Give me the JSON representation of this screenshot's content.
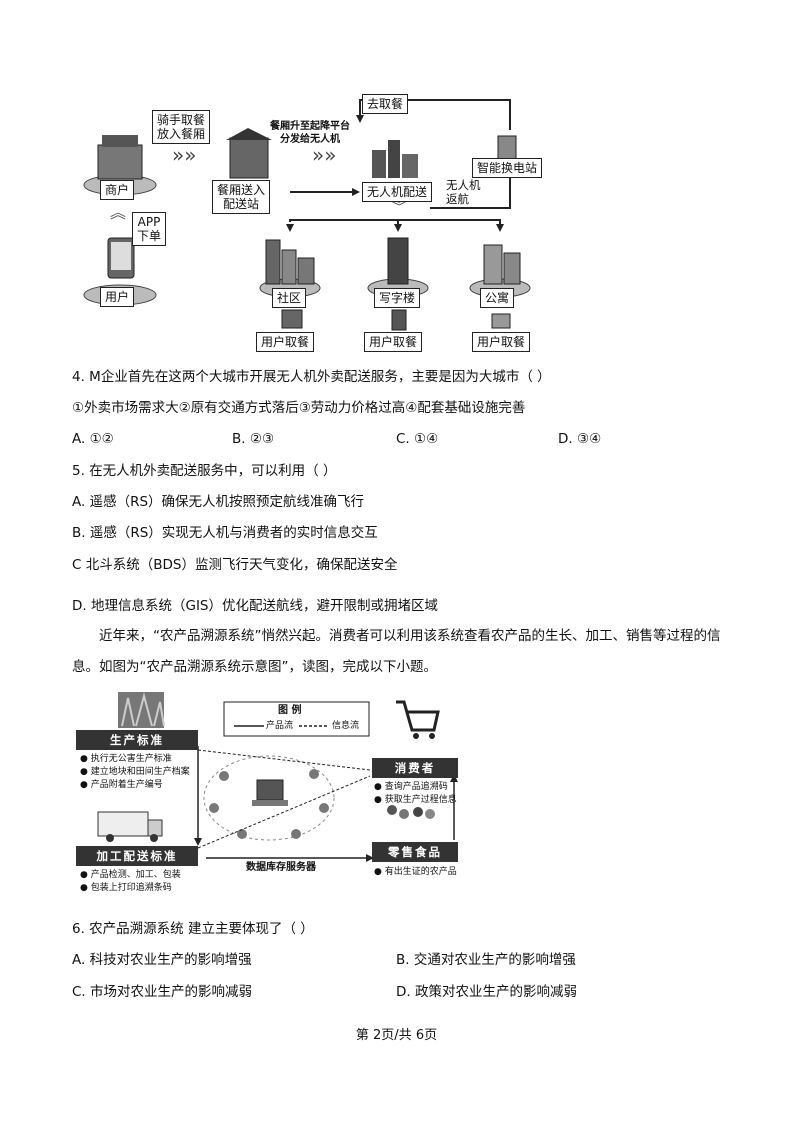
{
  "diagram1": {
    "merchant": "商户",
    "rider": "骑手取餐\n放入餐厢",
    "user": "用户",
    "app_order": "APP\n下单",
    "to_pickup": "去取餐",
    "lift": "餐厢升至起降平台\n分发给无人机",
    "station": "餐厢送入\n配送站",
    "drone_delivery": "无人机配送",
    "battery_station": "智能换电站",
    "drone_return": "无人机\n返航",
    "community": "社区",
    "office": "写字楼",
    "apartment": "公寓",
    "pickup": "用户取餐"
  },
  "q4": {
    "stem": "4. M企业首先在这两个大城市开展无人机外卖配送服务，主要是因为大城市（      ）",
    "items": "①外卖市场需求大②原有交通方式落后③劳动力价格过高④配套基础设施完善",
    "a": "A. ①②",
    "b": "B. ②③",
    "c": "C. ①④",
    "d": "D. ③④"
  },
  "q5": {
    "stem": "5. 在无人机外卖配送服务中，可以利用（      ）",
    "a": "A.  遥感（RS）确保无人机按照预定航线准确飞行",
    "b": "B.  遥感（RS）实现无人机与消费者的实时信息交互",
    "c": "C   北斗系统（BDS）监测飞行天气变化，确保配送安全",
    "d": "D.  地理信息系统（GIS）优化配送航线，避开限制或拥堵区域"
  },
  "intro": "近年来，“农产品溯源系统”悄然兴起。消费者可以利用该系统查看农产品的生长、加工、销售等过程的信息。如图为“农产品溯源系统示意图”，读图，完成以下小题。",
  "diagram2": {
    "legend_title": "图 例",
    "legend_product": "产品流",
    "legend_info": "信息流",
    "production_standard": "生产标准",
    "prod_items": [
      "● 执行无公害生产标准",
      "● 建立地块和田间生产档案",
      "● 产品附着生产编号"
    ],
    "processing_standard": "加工配送标准",
    "proc_items": [
      "● 产品检测、加工、包装",
      "● 包装上打印追溯条码"
    ],
    "consumer": "消费者",
    "consumer_items": [
      "● 查询产品追溯码",
      "● 获取生产过程信息"
    ],
    "retail": "零售食品",
    "retail_items": [
      "● 有出生证的农产品"
    ],
    "server": "数据库存服务器"
  },
  "q6": {
    "stem": "6. 农产品溯源系统    建立主要体现了（      ）",
    "a": "A.  科技对农业生产的影响增强",
    "b": "B.  交通对农业生产的影响增强",
    "c": "C.  市场对农业生产的影响减弱",
    "d": "D.  政策对农业生产的影响减弱"
  },
  "footer": "第 2页/共 6页"
}
